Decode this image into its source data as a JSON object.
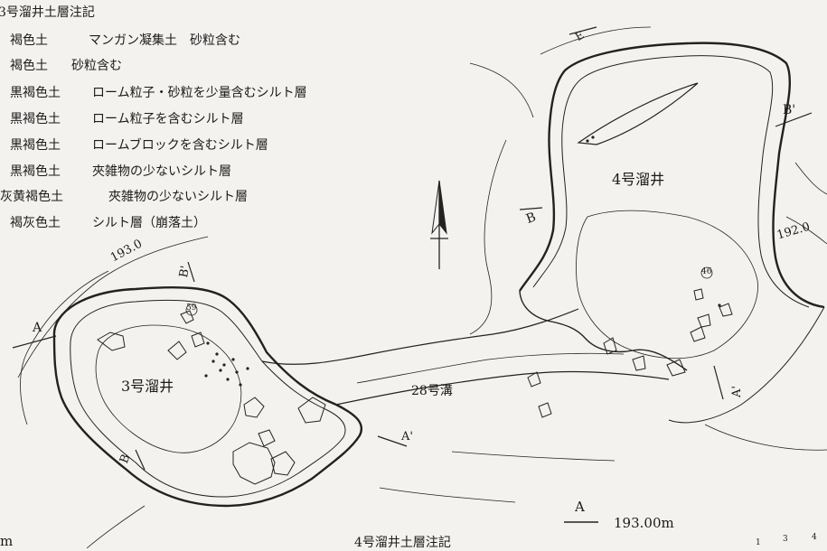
{
  "legend_3": {
    "title": "3号溜井土層注記",
    "rows": [
      {
        "a": "褐色土",
        "b": "マンガン凝集土　砂粒含む"
      },
      {
        "a": "褐色土",
        "b": "砂粒含む"
      },
      {
        "a": "黒褐色土",
        "b": "ローム粒子・砂粒を少量含むシルト層"
      },
      {
        "a": "黒褐色土",
        "b": "ローム粒子を含むシルト層"
      },
      {
        "a": "黒褐色土",
        "b": "ロームブロックを含むシルト層"
      },
      {
        "a": "黒褐色土",
        "b": "夾雑物の少ないシルト層"
      },
      {
        "a": "灰黄褐色土",
        "b": "夾雑物の少ないシルト層"
      },
      {
        "a": "褐灰色土",
        "b": "シルト層（崩落土）"
      }
    ]
  },
  "legend_4_title": "4号溜井土層注記",
  "labels": {
    "well3": "3号溜井",
    "well4": "4号溜井",
    "ditch": "28号溝",
    "contour_193": "193.0",
    "contour_192": "192.0",
    "scale_letter": "A",
    "scale_value": "193.00m",
    "a_left": "A",
    "a_prime_mid": "A'",
    "a_prime_right": "A'",
    "b_left_bottom": "B",
    "b_prime_top": "B'",
    "b_right": "B",
    "b_prime_right": "B'",
    "e_top": "E",
    "num_59": "59",
    "num_46": "46",
    "m_fragment": "m",
    "corner_1": "1",
    "corner_3": "3",
    "corner_4": "4"
  }
}
